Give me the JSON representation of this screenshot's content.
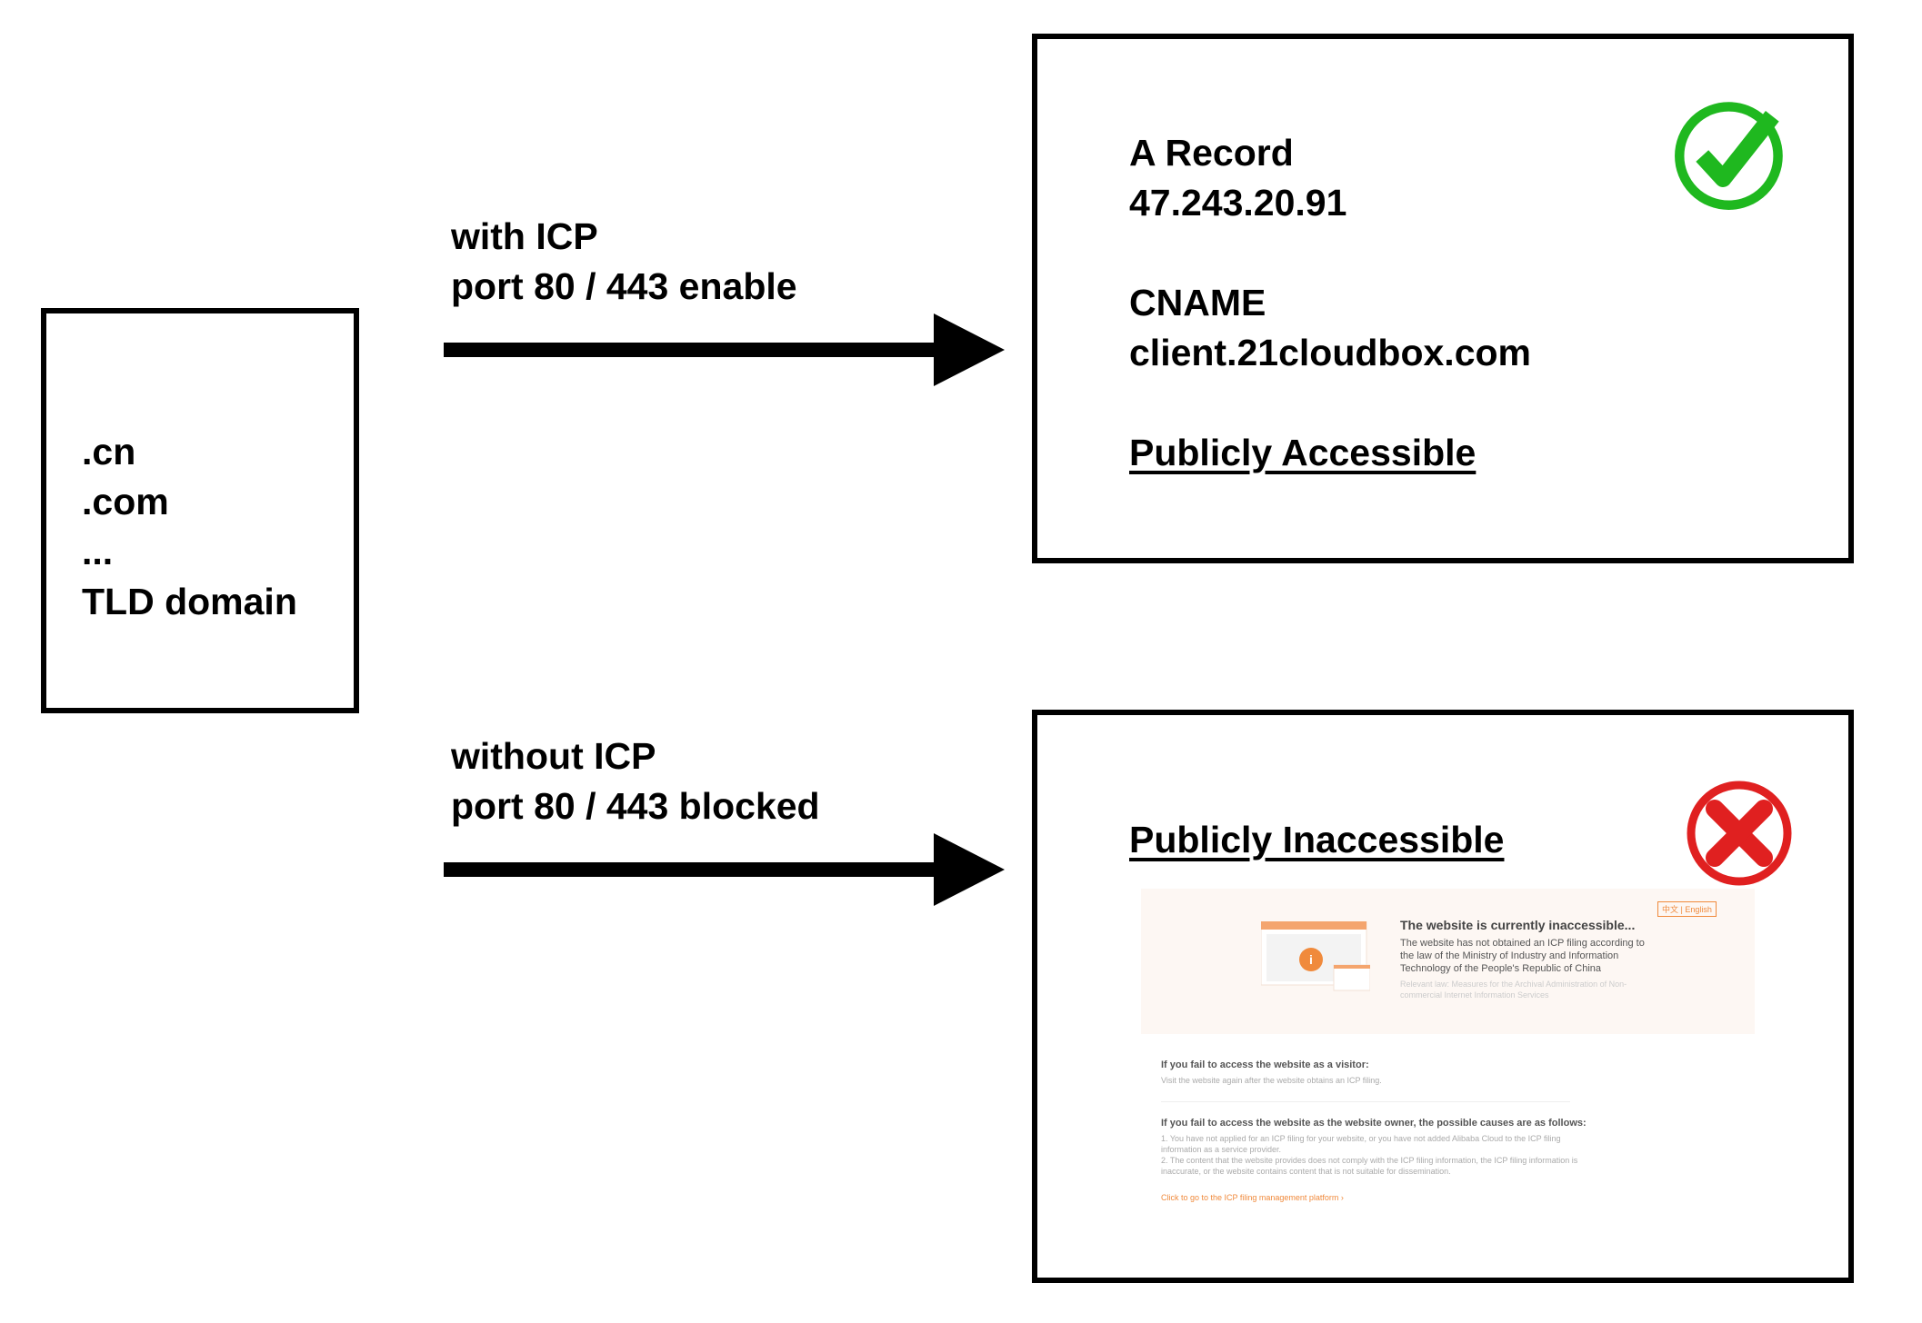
{
  "source": {
    "lines": [
      ".cn",
      ".com",
      "...",
      "TLD domain"
    ]
  },
  "paths": [
    {
      "label_line1": "with ICP",
      "label_line2": "port 80 / 443 enable"
    },
    {
      "label_line1": "without ICP",
      "label_line2": "port 80 / 443 blocked"
    }
  ],
  "accessible": {
    "a_record_label": "A Record",
    "a_record_value": "47.243.20.91",
    "cname_label": "CNAME",
    "cname_value": "client.21cloudbox.com",
    "status": "Publicly Accessible",
    "icon": "check-icon",
    "icon_color": "#1fb81f"
  },
  "inaccessible": {
    "status": "Publicly Inaccessible",
    "icon": "x-icon",
    "icon_color": "#e02020",
    "page": {
      "lang_switch": "中文 | English",
      "title": "The website is currently inaccessible...",
      "desc": [
        "The website has not obtained an ICP filing according to",
        "the law of the Ministry of Industry and Information",
        "Technology of the People's Republic of China"
      ],
      "law": [
        "Relevant law: Measures for the Archival Administration of Non-",
        "commercial Internet Information Services"
      ],
      "visitor_heading": "If you fail to access the website as a visitor:",
      "visitor_text": "Visit the website again after the website obtains an ICP filing.",
      "owner_heading": "If you fail to access the website as the website owner, the possible causes are as follows:",
      "owner_items": [
        "1. You have not applied for an ICP filing for your website, or you have not added Alibaba Cloud to the ICP filing",
        "information as a service provider.",
        "2. The content that the website provides does not comply with the ICP filing information, the ICP filing information is",
        "inaccurate, or the website contains content that is not suitable for dissemination."
      ],
      "link": "Click to go to the ICP filing management platform ›",
      "accent": "#f08a3c"
    }
  }
}
